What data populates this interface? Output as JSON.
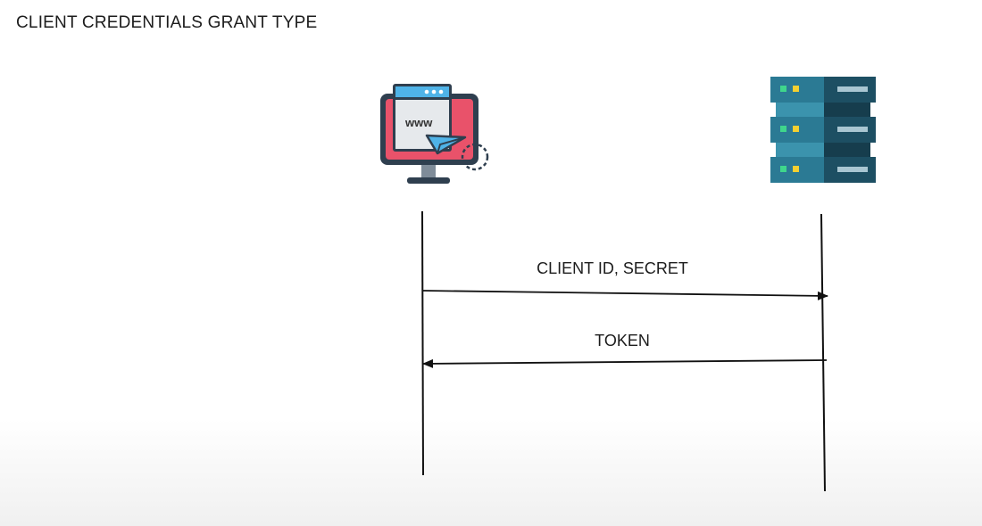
{
  "title": "CLIENT CREDENTIALS GRANT TYPE",
  "participants": [
    {
      "id": "client",
      "icon": "web-browser-monitor-icon",
      "screen_text": "www"
    },
    {
      "id": "server",
      "icon": "server-rack-icon"
    }
  ],
  "messages": [
    {
      "from": "client",
      "to": "server",
      "label": "CLIENT ID, SECRET"
    },
    {
      "from": "server",
      "to": "client",
      "label": "TOKEN"
    }
  ],
  "colors": {
    "monitor_screen": "#e9526a",
    "browser_bar": "#4fb3e8",
    "server_dark": "#1d4f63",
    "server_mid": "#2b7a94",
    "server_light": "#3b93ad",
    "led_green": "#3fd68c",
    "led_yellow": "#f3d031"
  }
}
